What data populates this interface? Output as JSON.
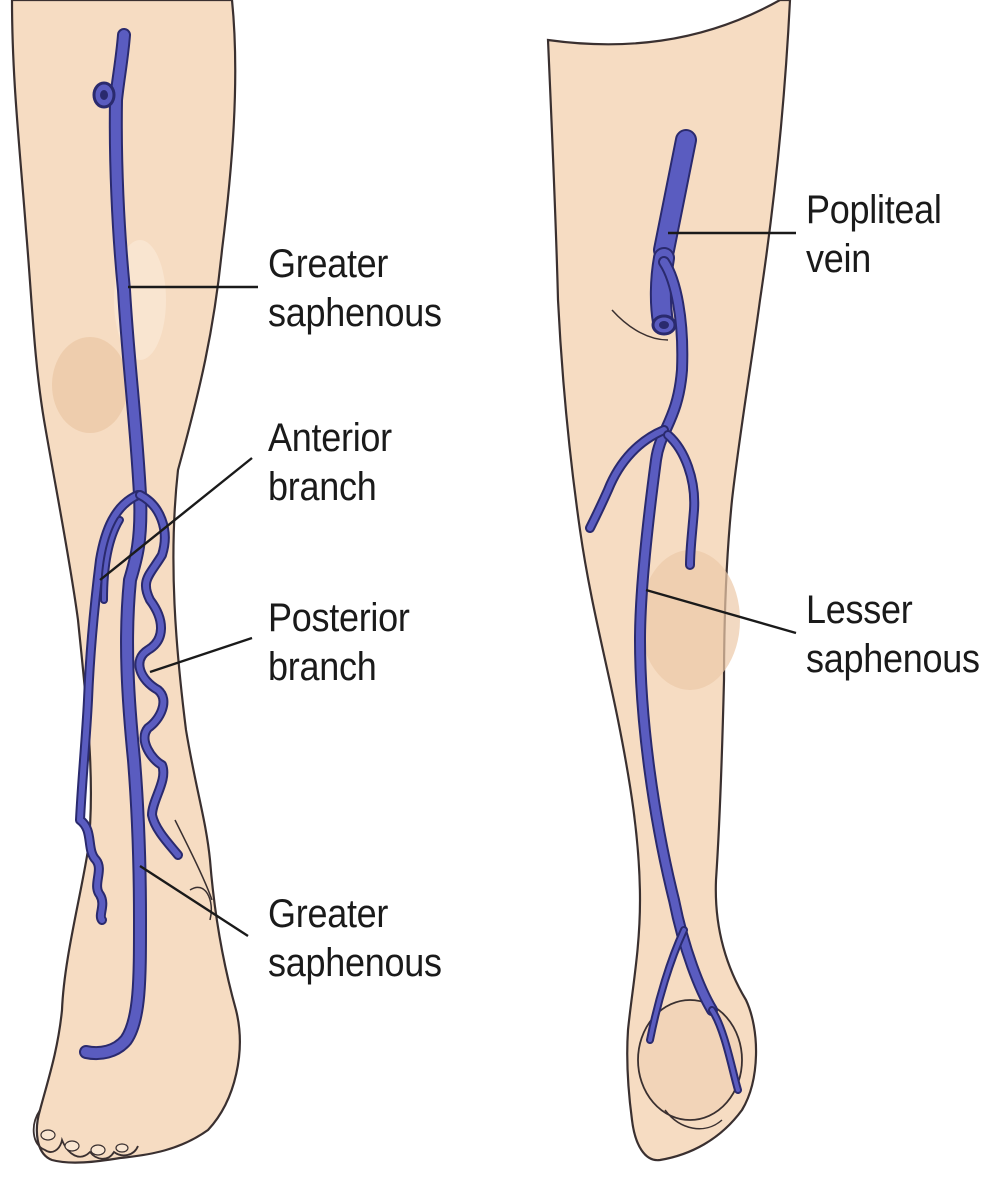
{
  "labels": {
    "greater_saphenous_upper": {
      "line1": "Greater",
      "line2": "saphenous"
    },
    "anterior_branch": {
      "line1": "Anterior",
      "line2": "branch"
    },
    "posterior_branch": {
      "line1": "Posterior",
      "line2": "branch"
    },
    "greater_saphenous_lower": {
      "line1": "Greater",
      "line2": "saphenous"
    },
    "popliteal_vein": {
      "line1": "Popliteal",
      "line2": "vein"
    },
    "lesser_saphenous": {
      "line1": "Lesser",
      "line2": "saphenous"
    }
  },
  "colors": {
    "skin": "#f6dcc2",
    "skin_shadow": "#ecc9a8",
    "outline": "#3a3030",
    "vein": "#5a5cc0",
    "vein_dark": "#2a2a6e",
    "leader_line": "#1a1a1a"
  }
}
